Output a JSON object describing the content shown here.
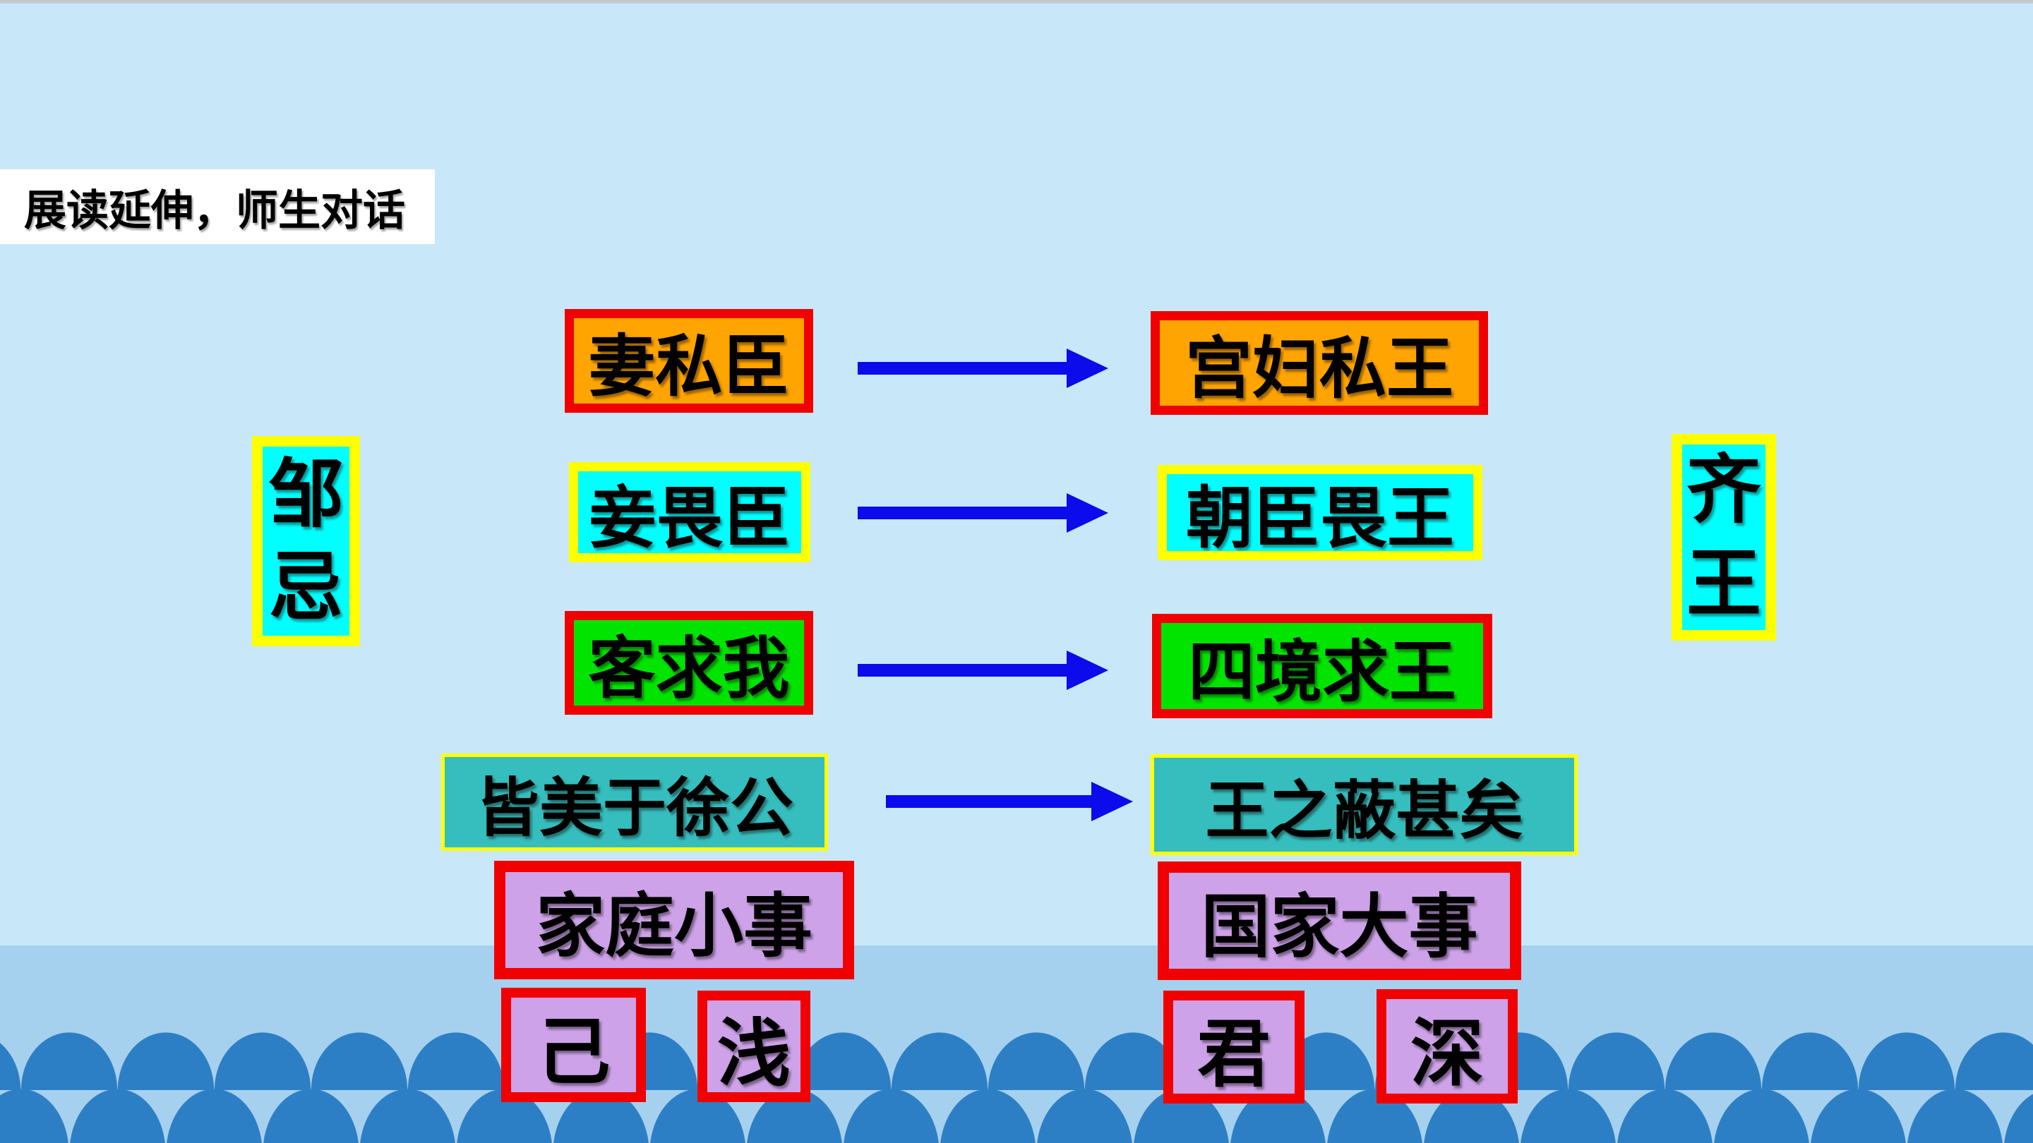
{
  "colors": {
    "bg_main": "#c8e8f9",
    "bg_band": "#a6d1ee",
    "top_strip": "#c6c9cc",
    "wave": "#2d7fc5",
    "title_bg": "#ffffff",
    "text": "#000000",
    "orange": "#ffa400",
    "red": "#f00000",
    "cyan": "#00ffff",
    "yellow": "#ffff00",
    "green": "#00e400",
    "teal": "#36bdbd",
    "purple": "#cda2e8",
    "arrow_blue": "#0b0beb"
  },
  "title": "展读延伸，师生对话",
  "actors": {
    "left": "邹忌",
    "right": "齐王"
  },
  "rows": [
    {
      "left": "妻私臣",
      "right": "宫妇私王"
    },
    {
      "left": "妾畏臣",
      "right": "朝臣畏王"
    },
    {
      "left": "客求我",
      "right": "四境求王"
    },
    {
      "left": "皆美于徐公",
      "right": "王之蔽甚矣"
    }
  ],
  "summary": {
    "left": "家庭小事",
    "right": "国家大事"
  },
  "tags": {
    "self": "己",
    "shallow": "浅",
    "ruler": "君",
    "deep": "深"
  },
  "icons": {
    "arrow": "right-arrow"
  }
}
